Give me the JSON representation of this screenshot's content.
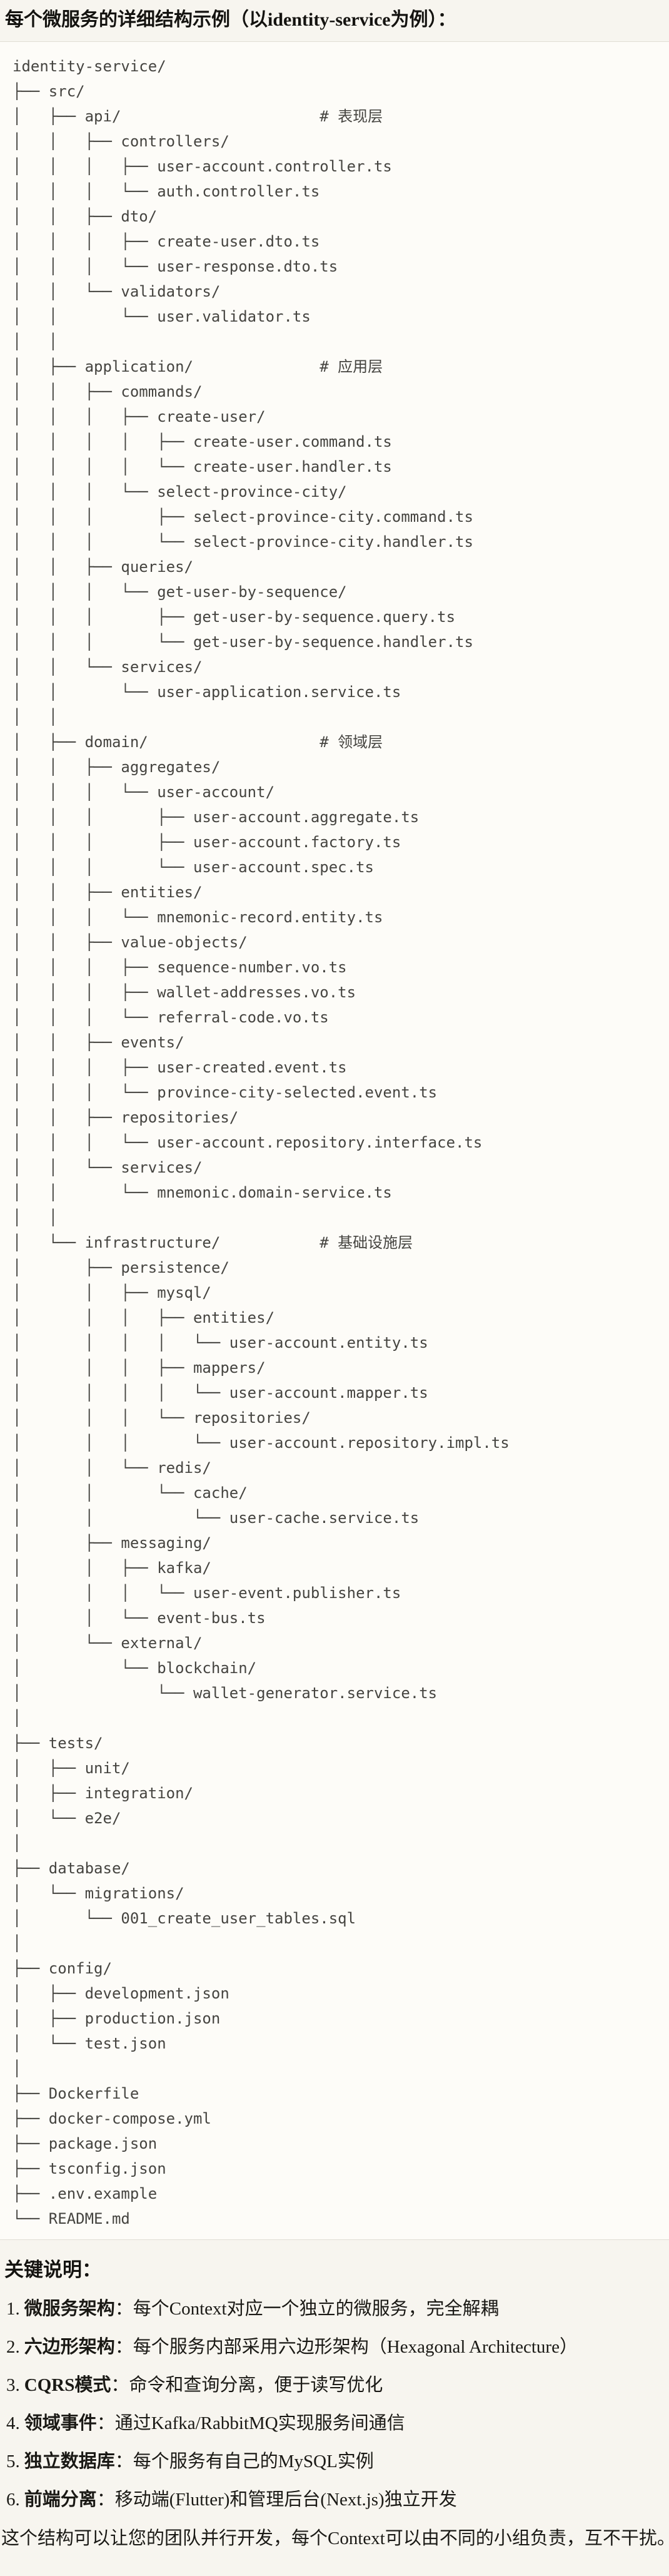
{
  "title": "每个微服务的详细结构示例（以identity-service为例）：",
  "code_block": {
    "tree_lines": [
      "identity-service/",
      "├── src/",
      "│   ├── api/                      # 表现层",
      "│   │   ├── controllers/",
      "│   │   │   ├── user-account.controller.ts",
      "│   │   │   └── auth.controller.ts",
      "│   │   ├── dto/",
      "│   │   │   ├── create-user.dto.ts",
      "│   │   │   └── user-response.dto.ts",
      "│   │   └── validators/",
      "│   │       └── user.validator.ts",
      "│   │",
      "│   ├── application/              # 应用层",
      "│   │   ├── commands/",
      "│   │   │   ├── create-user/",
      "│   │   │   │   ├── create-user.command.ts",
      "│   │   │   │   └── create-user.handler.ts",
      "│   │   │   └── select-province-city/",
      "│   │   │       ├── select-province-city.command.ts",
      "│   │   │       └── select-province-city.handler.ts",
      "│   │   ├── queries/",
      "│   │   │   └── get-user-by-sequence/",
      "│   │   │       ├── get-user-by-sequence.query.ts",
      "│   │   │       └── get-user-by-sequence.handler.ts",
      "│   │   └── services/",
      "│   │       └── user-application.service.ts",
      "│   │",
      "│   ├── domain/                   # 领域层",
      "│   │   ├── aggregates/",
      "│   │   │   └── user-account/",
      "│   │   │       ├── user-account.aggregate.ts",
      "│   │   │       ├── user-account.factory.ts",
      "│   │   │       └── user-account.spec.ts",
      "│   │   ├── entities/",
      "│   │   │   └── mnemonic-record.entity.ts",
      "│   │   ├── value-objects/",
      "│   │   │   ├── sequence-number.vo.ts",
      "│   │   │   ├── wallet-addresses.vo.ts",
      "│   │   │   └── referral-code.vo.ts",
      "│   │   ├── events/",
      "│   │   │   ├── user-created.event.ts",
      "│   │   │   └── province-city-selected.event.ts",
      "│   │   ├── repositories/",
      "│   │   │   └── user-account.repository.interface.ts",
      "│   │   └── services/",
      "│   │       └── mnemonic.domain-service.ts",
      "│   │",
      "│   └── infrastructure/           # 基础设施层",
      "│       ├── persistence/",
      "│       │   ├── mysql/",
      "│       │   │   ├── entities/",
      "│       │   │   │   └── user-account.entity.ts",
      "│       │   │   ├── mappers/",
      "│       │   │   │   └── user-account.mapper.ts",
      "│       │   │   └── repositories/",
      "│       │   │       └── user-account.repository.impl.ts",
      "│       │   └── redis/",
      "│       │       └── cache/",
      "│       │           └── user-cache.service.ts",
      "│       ├── messaging/",
      "│       │   ├── kafka/",
      "│       │   │   └── user-event.publisher.ts",
      "│       │   └── event-bus.ts",
      "│       └── external/",
      "│           └── blockchain/",
      "│               └── wallet-generator.service.ts",
      "│",
      "├── tests/",
      "│   ├── unit/",
      "│   ├── integration/",
      "│   └── e2e/",
      "│",
      "├── database/",
      "│   └── migrations/",
      "│       └── 001_create_user_tables.sql",
      "│",
      "├── config/",
      "│   ├── development.json",
      "│   ├── production.json",
      "│   └── test.json",
      "│",
      "├── Dockerfile",
      "├── docker-compose.yml",
      "├── package.json",
      "├── tsconfig.json",
      "├── .env.example",
      "└── README.md"
    ]
  },
  "keynotes": {
    "heading": "关键说明：",
    "items": [
      {
        "num": "1.",
        "term": "微服务架构",
        "text": "：每个Context对应一个独立的微服务，完全解耦"
      },
      {
        "num": "2.",
        "term": "六边形架构",
        "text": "：每个服务内部采用六边形架构（Hexagonal Architecture）"
      },
      {
        "num": "3.",
        "term": "CQRS模式",
        "text": "：命令和查询分离，便于读写优化"
      },
      {
        "num": "4.",
        "term": "领域事件",
        "text": "：通过Kafka/RabbitMQ实现服务间通信"
      },
      {
        "num": "5.",
        "term": "独立数据库",
        "text": "：每个服务有自己的MySQL实例"
      },
      {
        "num": "6.",
        "term": "前端分离",
        "text": "：移动端(Flutter)和管理后台(Next.js)独立开发"
      }
    ]
  },
  "footer_text": "这个结构可以让您的团队并行开发，每个Context可以由不同的小组负责，互不干扰。",
  "colors": {
    "page_bg": "#f7f5ef",
    "code_bg": "#fdfcf8",
    "border": "#e1ded5",
    "tree_text": "#454440",
    "body_text": "#1a1915"
  }
}
